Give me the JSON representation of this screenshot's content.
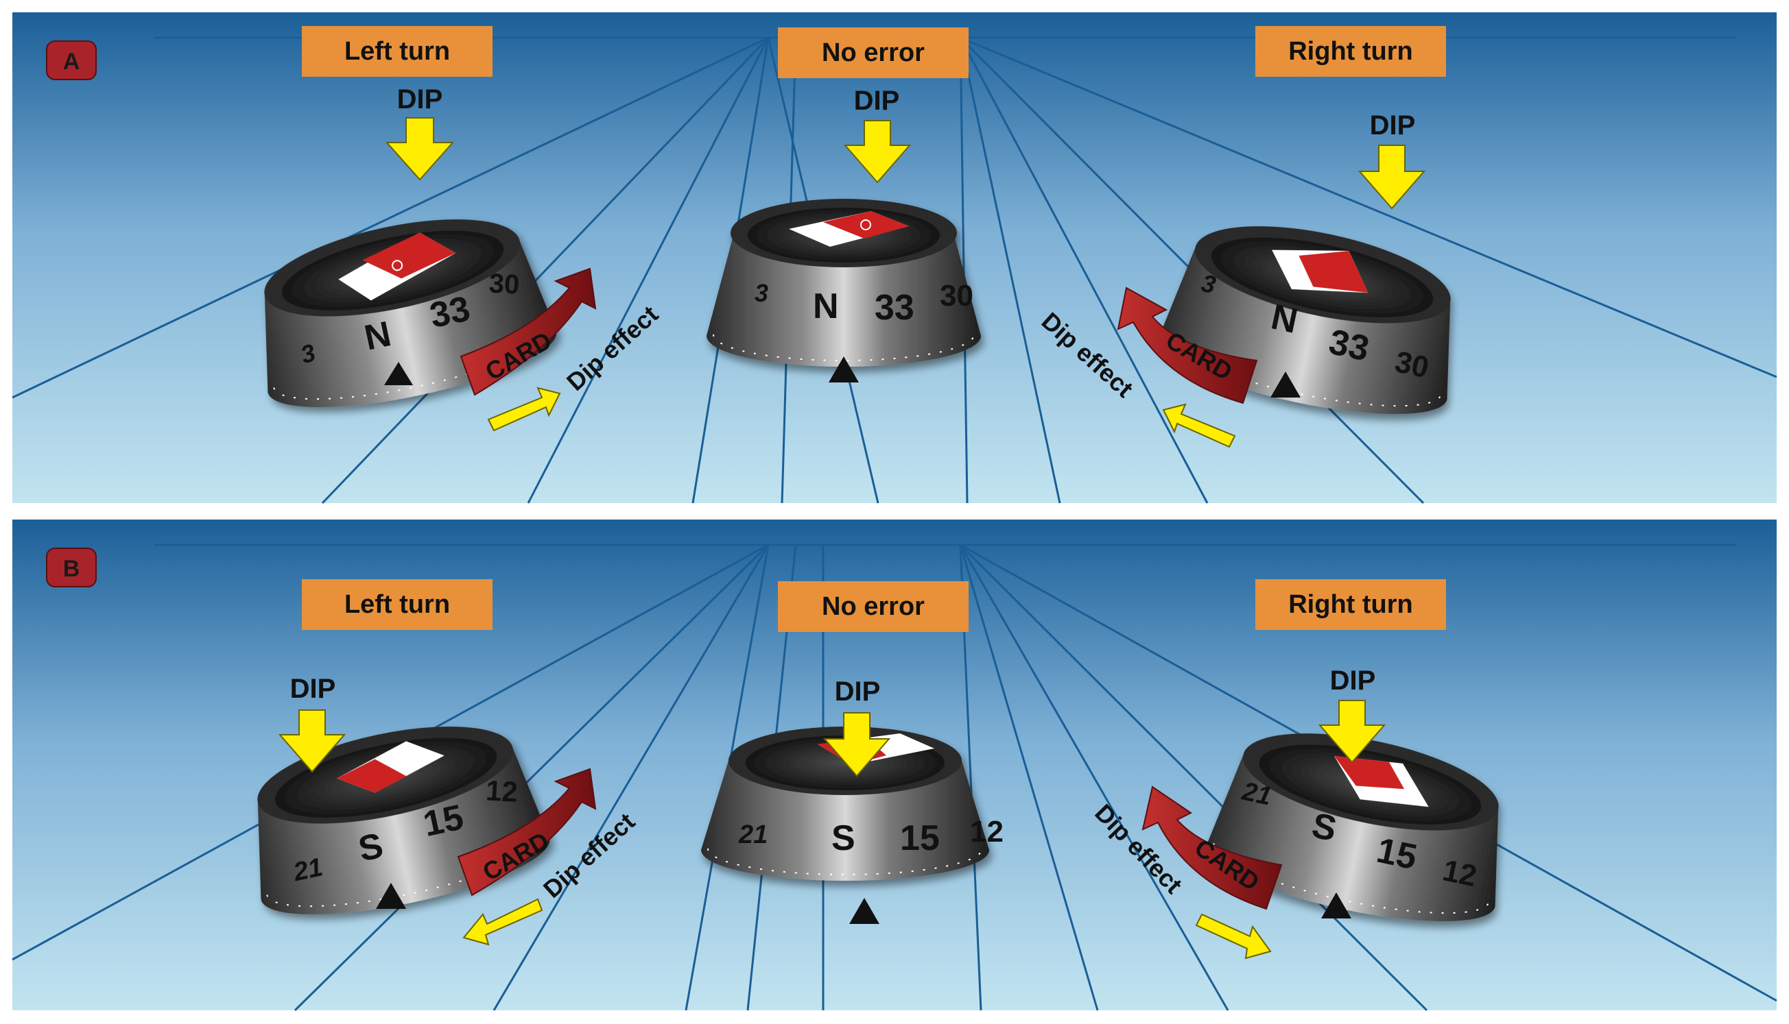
{
  "colors": {
    "sky_top": "#1b5f98",
    "sky_mid": "#7fb1d6",
    "sky_bottom": "#bfe2ef",
    "ray_line": "#1a5e96",
    "label_box": "#e8913a",
    "badge": "#a8242a",
    "dip_arrow": "#ffee00",
    "card_arrow": "#9e1c1f",
    "compass_dark": "#2b2b2b",
    "compass_face": "#cc2222"
  },
  "icons": {
    "dip": "down-arrow-icon",
    "card": "curved-arrow-icon",
    "dip_effect": "straight-arrow-icon",
    "lubber": "triangle-pointer-icon"
  },
  "panels": [
    {
      "badge": "A",
      "labels": {
        "left": "Left turn",
        "center": "No error",
        "right": "Right turn"
      },
      "compasses": [
        {
          "dip": "DIP",
          "ticks": [
            "3",
            "N",
            "33",
            "30"
          ],
          "card": "CARD",
          "dip_effect": "Dip effect"
        },
        {
          "dip": "DIP",
          "ticks": [
            "3",
            "N",
            "33",
            "30"
          ]
        },
        {
          "dip": "DIP",
          "ticks": [
            "3",
            "N",
            "33",
            "30"
          ],
          "card": "CARD",
          "dip_effect": "Dip effect"
        }
      ]
    },
    {
      "badge": "B",
      "labels": {
        "left": "Left turn",
        "center": "No error",
        "right": "Right turn"
      },
      "compasses": [
        {
          "dip": "DIP",
          "ticks": [
            "21",
            "S",
            "15",
            "12"
          ],
          "card": "CARD",
          "dip_effect": "Dip effect"
        },
        {
          "dip": "DIP",
          "ticks": [
            "21",
            "S",
            "15",
            "12"
          ]
        },
        {
          "dip": "DIP",
          "ticks": [
            "21",
            "S",
            "15",
            "12"
          ],
          "card": "CARD",
          "dip_effect": "Dip effect"
        }
      ]
    }
  ]
}
